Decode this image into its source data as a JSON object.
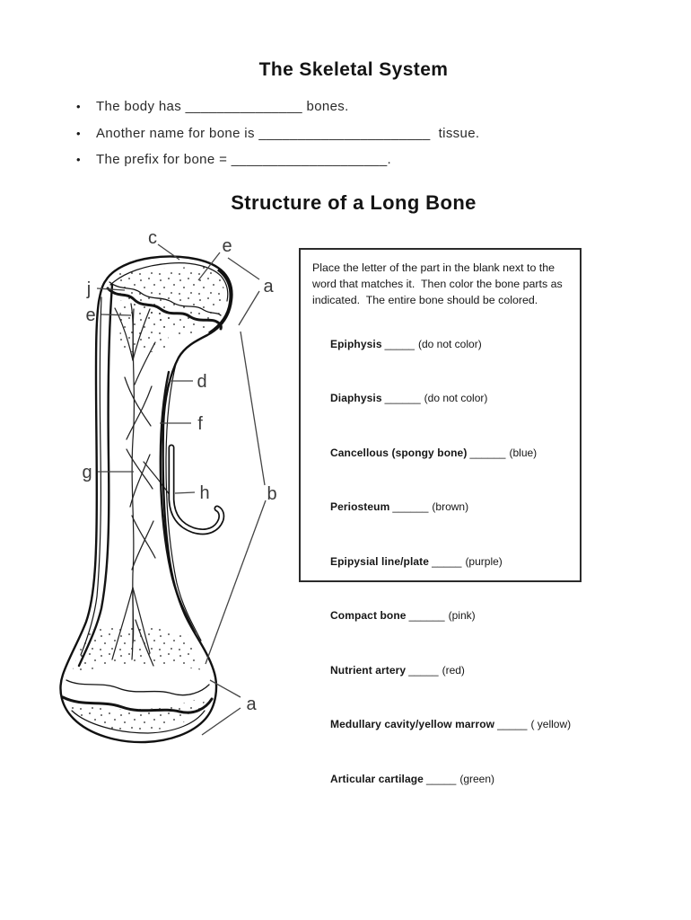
{
  "page": {
    "title": "The Skeletal System",
    "bullet_glyph": "•"
  },
  "bullets": [
    {
      "text": "The body has _______________ bones."
    },
    {
      "text": "Another name for bone is ______________________  tissue."
    },
    {
      "text": "The prefix for bone = ____________________."
    }
  ],
  "section": {
    "title": "Structure of a Long Bone"
  },
  "instructions_box": {
    "lines": [
      "Place the letter of the part in the blank next to the",
      "word that matches it.  Then color the bone parts as",
      "indicated.  The entire bone should be colored."
    ],
    "items": [
      {
        "term": "Epiphysis",
        "blank": "_____",
        "note": "(do not color)"
      },
      {
        "term": "Diaphysis",
        "blank": "______",
        "note": "(do not color)"
      },
      {
        "term": "Cancellous (spongy bone)",
        "blank": "______",
        "note": "(blue)"
      },
      {
        "term": "Periosteum",
        "blank": "______",
        "note": "(brown)"
      },
      {
        "term": "Epipysial line/plate",
        "blank": "_____",
        "note": "(purple)"
      },
      {
        "term": "Compact bone",
        "blank": "______",
        "note": "(pink)"
      },
      {
        "term": "Nutrient artery",
        "blank": "_____",
        "note": "(red)"
      },
      {
        "term": "Medullary cavity/yellow marrow",
        "blank": "_____",
        "note": "( yellow)"
      },
      {
        "term": "Articular cartilage",
        "blank": "_____",
        "note": "(green)"
      }
    ]
  },
  "diagram": {
    "labels": [
      {
        "text": "c"
      },
      {
        "text": "e"
      },
      {
        "text": "j"
      },
      {
        "text": "e"
      },
      {
        "text": "a"
      },
      {
        "text": "d"
      },
      {
        "text": "f"
      },
      {
        "text": "g"
      },
      {
        "text": "h"
      },
      {
        "text": "b"
      },
      {
        "text": "a"
      }
    ]
  },
  "colors": {
    "ink": "#1d1d1d",
    "diagram_label": "#3a3a3a",
    "box_border": "#2b2b2b",
    "paper": "#ffffff"
  }
}
